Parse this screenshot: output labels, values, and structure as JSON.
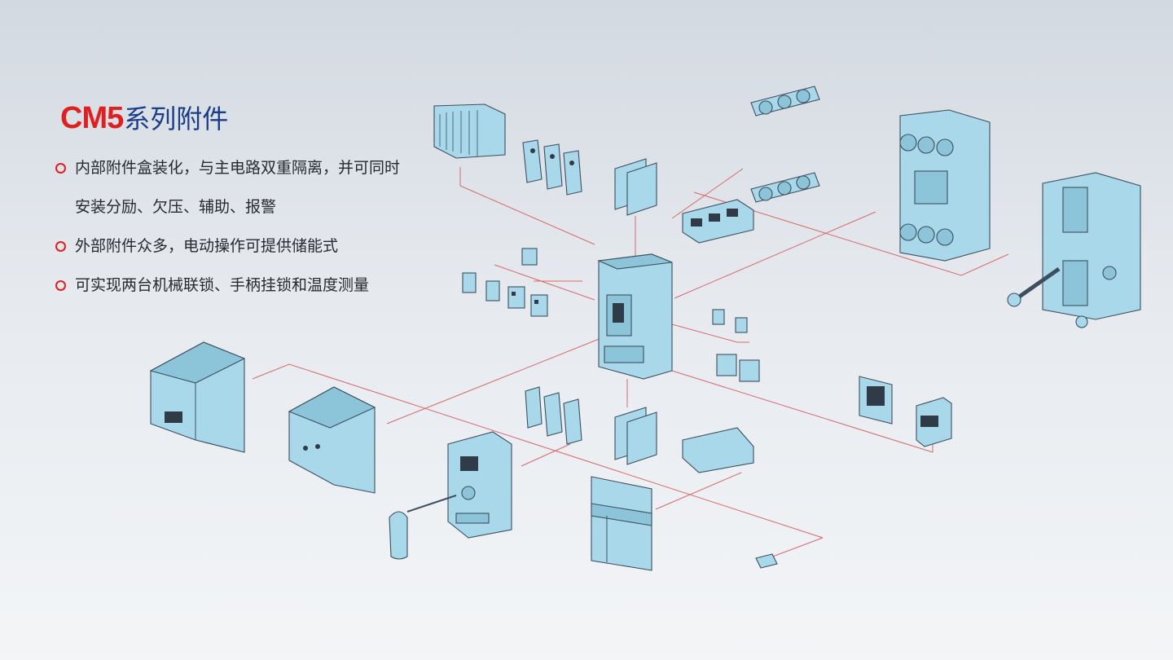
{
  "title": {
    "brand": "CM5",
    "suffix": "系列附件"
  },
  "features": [
    {
      "text": "内部附件盒装化，与主电路双重隔离，并可同时",
      "continued": "安装分励、欠压、辅助、报警"
    },
    {
      "text": "外部附件众多，电动操作可提供储能式"
    },
    {
      "text": "可实现两台机械联锁、手柄挂锁和温度测量"
    }
  ],
  "colors": {
    "brand_red": "#e02020",
    "title_blue": "#1a3d8a",
    "part_fill": "#a8d8ea",
    "connector_line": "#d66a6a",
    "bullet_ring": "#e02020"
  },
  "icons": [
    "bullet-ring-icon"
  ]
}
